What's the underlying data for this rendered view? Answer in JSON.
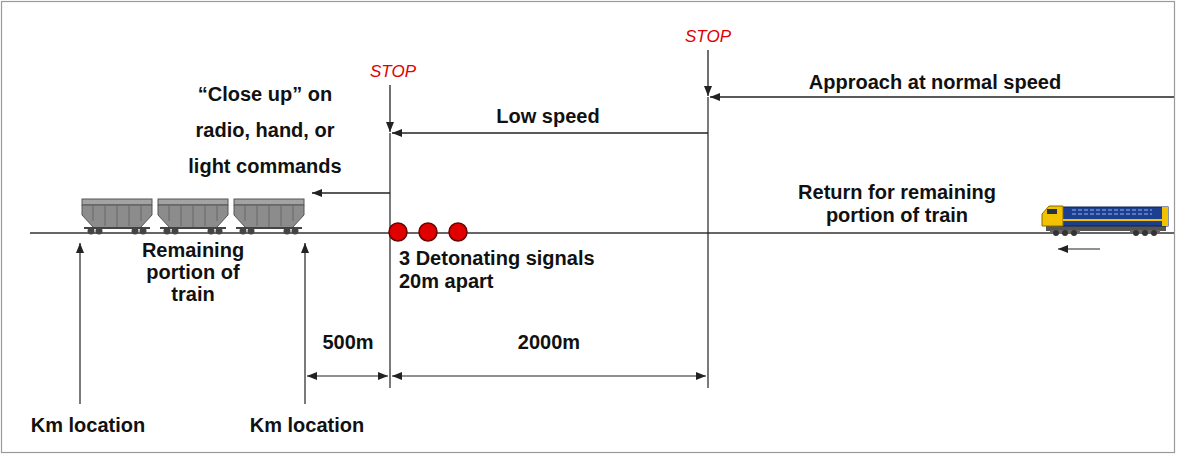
{
  "diagram": {
    "labels": [
      "STOP",
      "STOP",
      "Approach at normal speed",
      "“Close up” on radio, hand, or light commands",
      "Low speed",
      "Return for remaining portion of train",
      "Remaining portion of train",
      "3 Detonating signals 20m apart",
      "500m",
      "2000m",
      "Km location",
      "Km location"
    ]
  }
}
